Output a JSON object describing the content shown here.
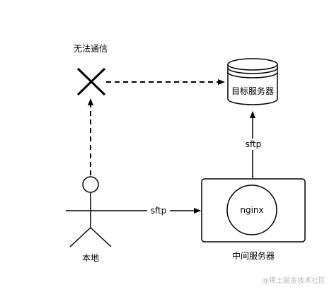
{
  "diagram": {
    "labels": {
      "blocked": "无法通信",
      "target_server": "目标服务器",
      "sftp_vertical": "sftp",
      "sftp_horizontal": "sftp",
      "nginx": "nginx",
      "middle_server": "中间服务器",
      "local": "本地"
    }
  },
  "watermark": "@稀土掘金技术社区",
  "colors": {
    "line": "#000000",
    "background": "#ffffff",
    "watermark": "#b8b8b8"
  },
  "icons": {
    "blocked": "cross-icon",
    "target": "database-icon",
    "local": "stick-figure-icon"
  }
}
